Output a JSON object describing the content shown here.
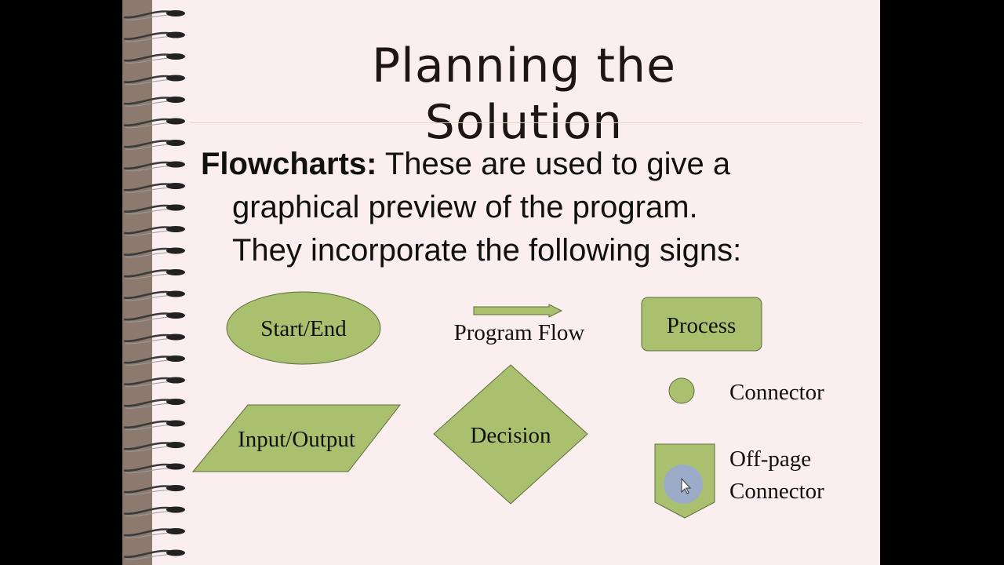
{
  "slide": {
    "title": "Planning the Solution",
    "body": {
      "term": "Flowcharts:",
      "line1": "These are used to give a",
      "line2": "graphical preview of the program.",
      "line3": "They incorporate the following signs:"
    }
  },
  "symbols": {
    "terminal": "Start/End",
    "flow": "Program Flow",
    "process": "Process",
    "io": "Input/Output",
    "decision": "Decision",
    "connector": "Connector",
    "offpage_line1": "Off-page",
    "offpage_line2": "Connector"
  },
  "colors": {
    "slide_background": "#fbeeee",
    "shape_fill": "#a9c06e",
    "shape_stroke": "#5c6e3a",
    "spine": "#8c7a6e",
    "cursor_highlight": "#9aa8d8"
  }
}
